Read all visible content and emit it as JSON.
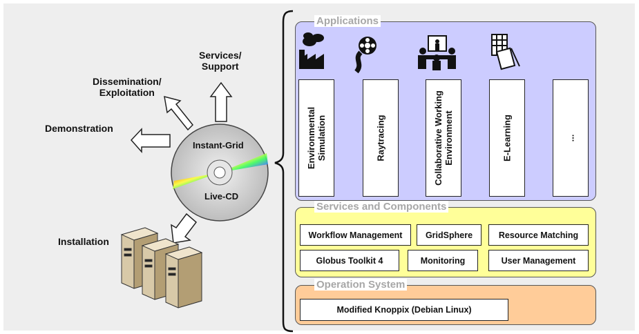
{
  "left": {
    "services": "Services/\nSupport",
    "dissemination": "Dissemination/\nExploitation",
    "demonstration": "Demonstration",
    "installation": "Installation",
    "cd_top": "Instant-Grid",
    "cd_bottom": "Live-CD"
  },
  "applications": {
    "title": "Applications",
    "items": [
      "Environmental\nSimulation",
      "Raytracing",
      "Collaborative Working\nEnvironment",
      "E-Learning",
      "..."
    ]
  },
  "services": {
    "title": "Services and Components",
    "boxes": [
      "Workflow Management",
      "GridSphere",
      "Resource Matching",
      "Globus Toolkit 4",
      "Monitoring",
      "User Management"
    ]
  },
  "os": {
    "title": "Operation System",
    "box": "Modified Knoppix (Debian Linux)"
  },
  "colors": {
    "applications_fill": "#ccccff",
    "services_fill": "#ffff99",
    "os_fill": "#ffcc99",
    "background": "#eeeeee"
  }
}
